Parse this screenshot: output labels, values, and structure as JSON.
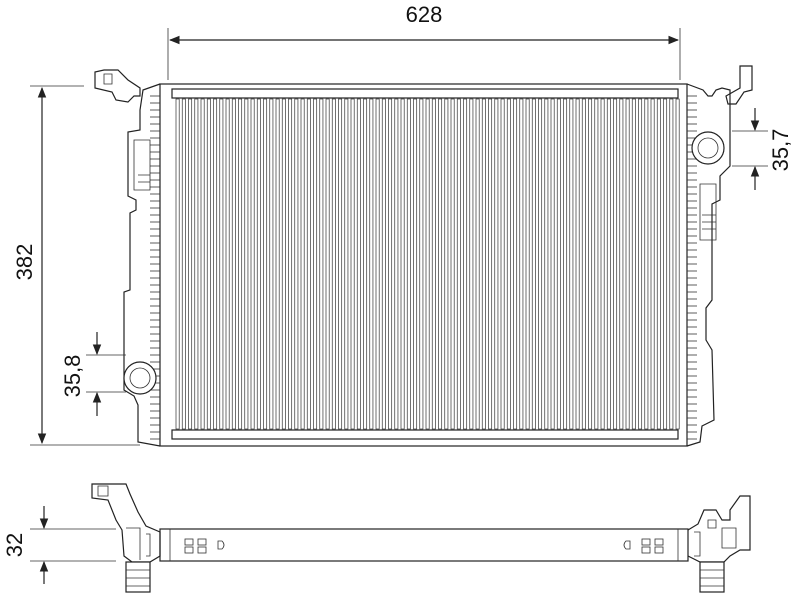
{
  "dimensions": {
    "width": "628",
    "height": "382",
    "right_port_spacing": "35,7",
    "left_port_spacing": "35,8",
    "depth": "32"
  },
  "colors": {
    "line": "#222222",
    "background": "#ffffff"
  }
}
